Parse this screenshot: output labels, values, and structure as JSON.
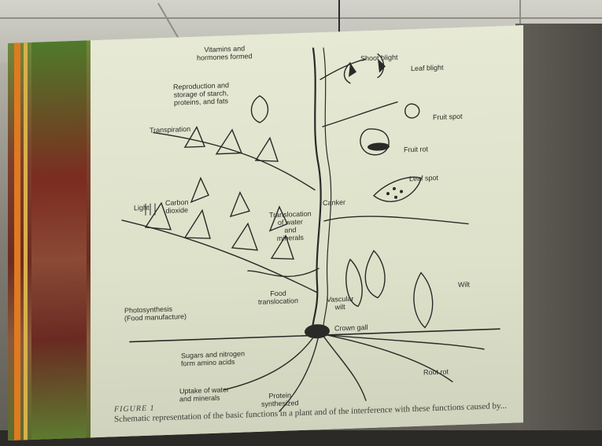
{
  "labels": {
    "vitamins": "Vitamins and\nhormones formed",
    "reproduction": "Reproduction and\nstorage of starch,\nproteins, and fats",
    "transpiration": "Transpiration",
    "light": "Light",
    "carbon_dioxide": "Carbon\ndioxide",
    "translocation": "Translocation\nof water\nand\nminerals",
    "photosynthesis": "Photosynthesis\n(Food manufacture)",
    "food_translocation": "Food\ntranslocation",
    "shoot_blight": "Shoot blight",
    "leaf_blight": "Leaf blight",
    "fruit_spot": "Fruit spot",
    "fruit_rot": "Fruit rot",
    "leaf_spot": "Leaf spot",
    "canker": "Canker",
    "wilt": "Wilt",
    "vascular_wilt": "Vascular\nwilt",
    "crown_gall": "Crown gall",
    "sugars": "Sugars and nitrogen\nform amino acids",
    "uptake": "Uptake of water\nand minerals",
    "protein": "Protein\nsynthesized",
    "root_rot": "Root rot"
  },
  "caption": {
    "figure": "FIGURE 1",
    "text": "Schematic representation of the basic functions in a plant and of the interference with these functions caused by..."
  },
  "colors": {
    "slide_bg": "#dde1c9",
    "ink": "#2a2a28",
    "strip_orange": "#e07a1f",
    "strip_green": "#5f7d2d",
    "strip_red": "#7a2f24"
  }
}
